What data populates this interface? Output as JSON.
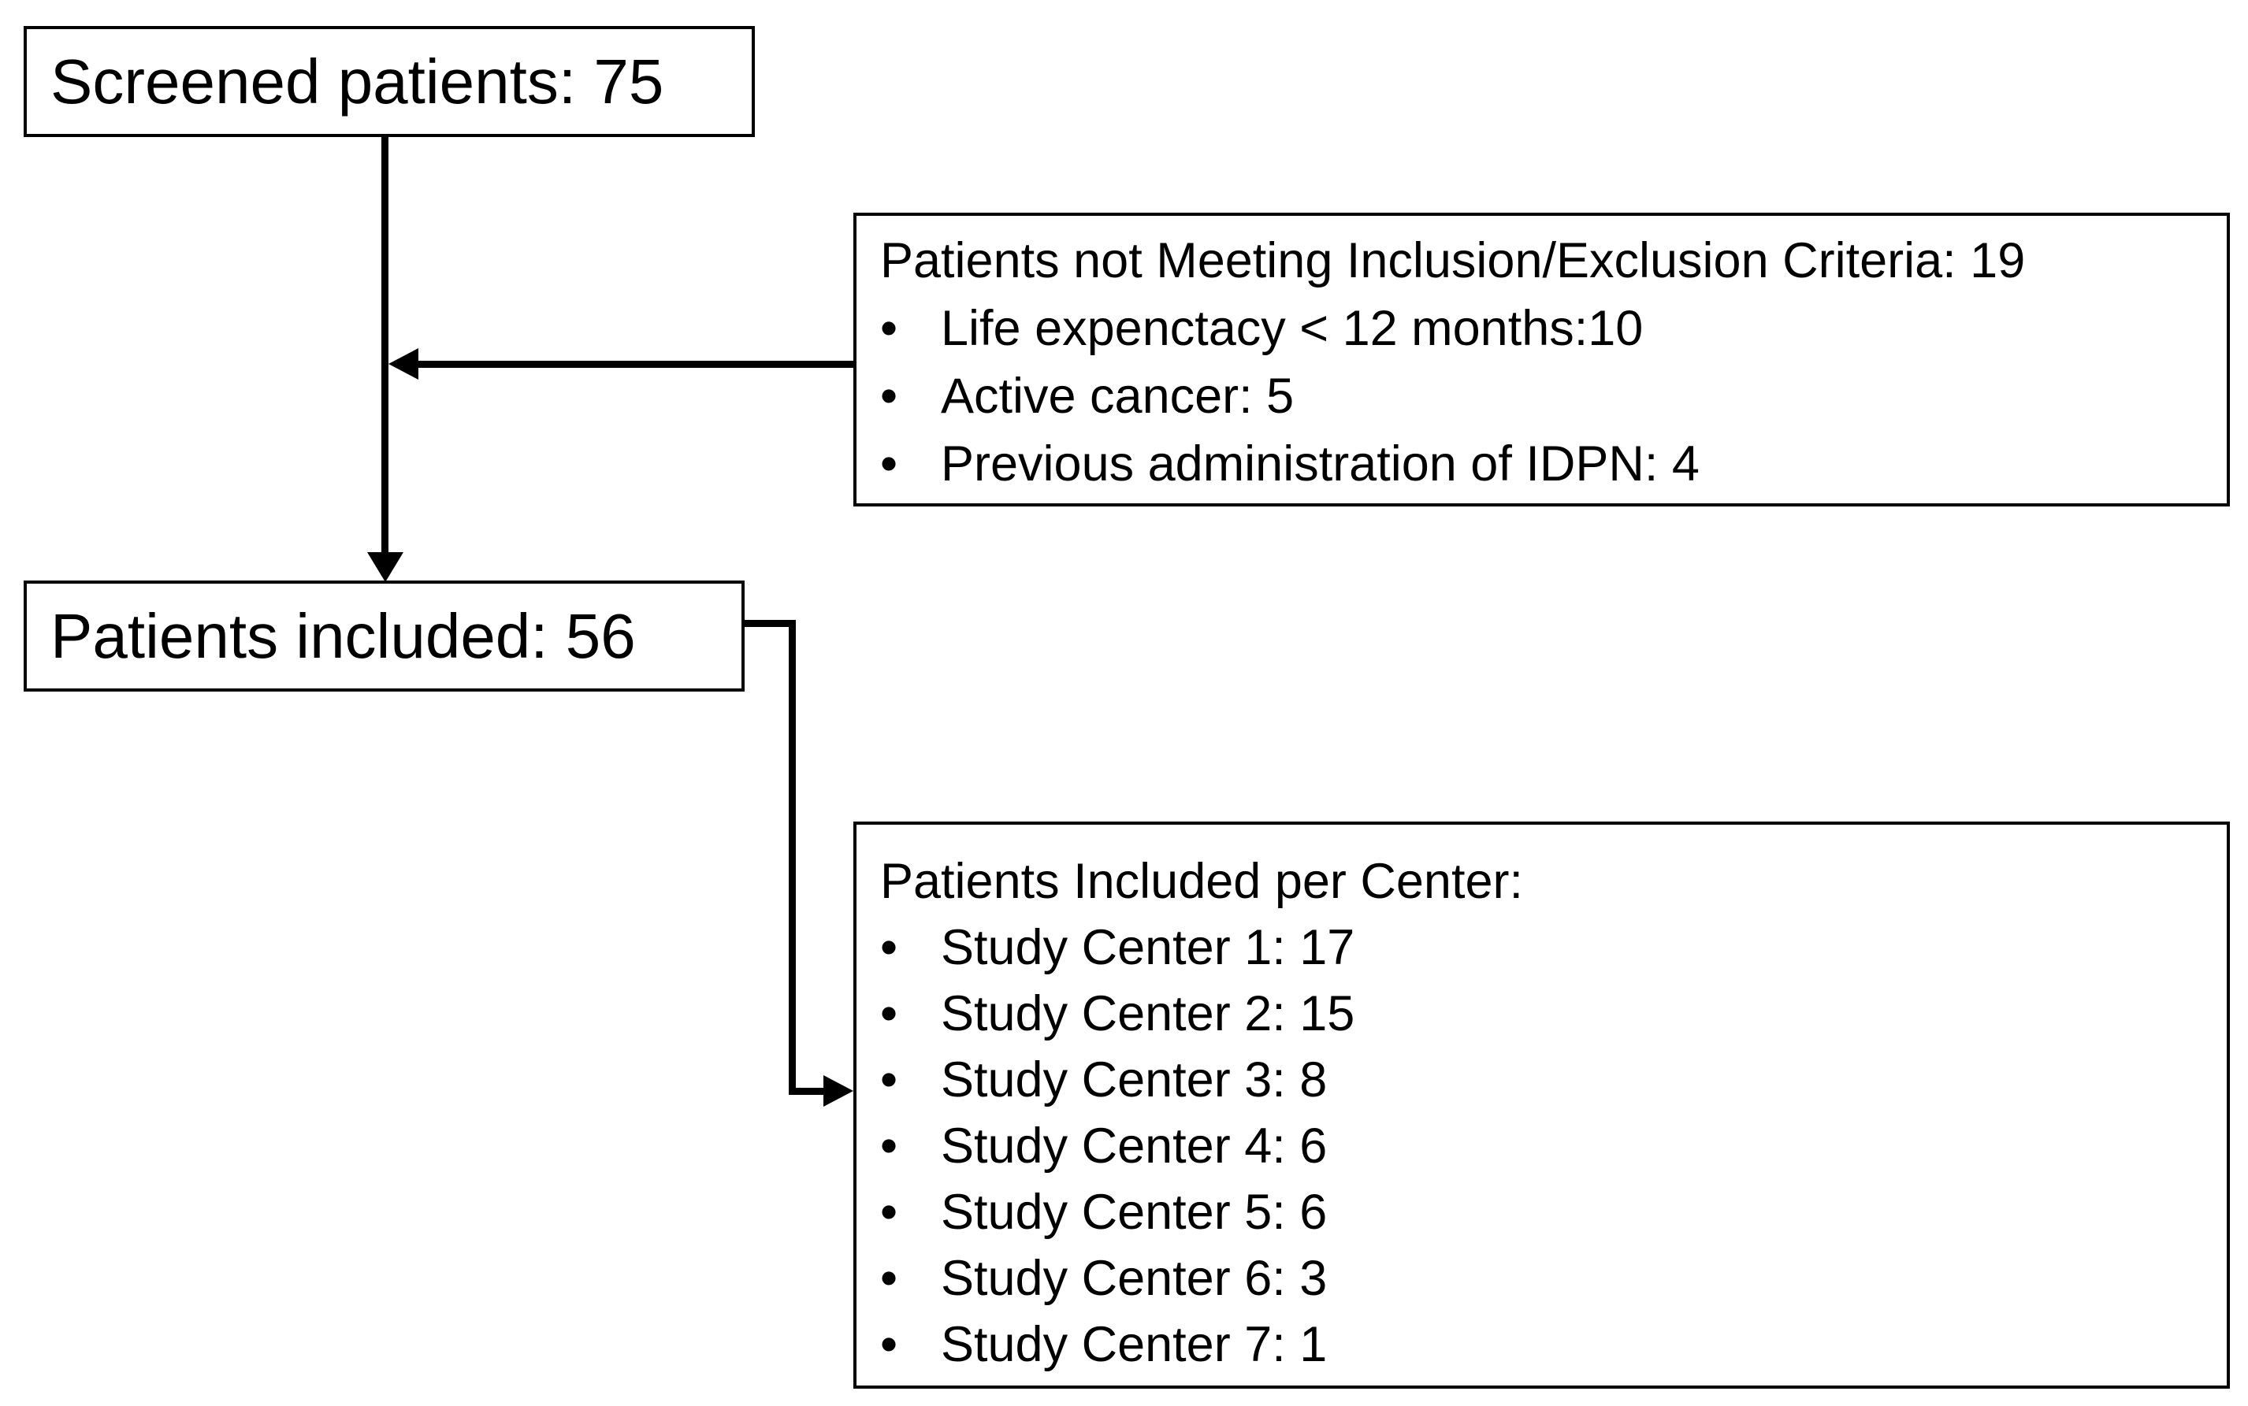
{
  "flow": {
    "bullet_char": "•",
    "screened": {
      "label": "Screened patients: 75"
    },
    "excluded": {
      "title": "Patients not Meeting Inclusion/Exclusion Criteria: 19",
      "items": [
        "Life expenctacy < 12 months:10",
        "Active cancer: 5",
        "Previous administration of IDPN: 4"
      ]
    },
    "included": {
      "label": "Patients included: 56"
    },
    "centers": {
      "title": "Patients Included per Center:",
      "items": [
        "Study Center 1: 17",
        "Study Center 2: 15",
        "Study Center 3: 8",
        "Study Center 4: 6",
        "Study Center 5: 6",
        "Study Center 6: 3",
        "Study Center 7: 1"
      ]
    },
    "colors": {
      "background": "#ffffff",
      "line": "#000000",
      "text": "#000000"
    }
  }
}
